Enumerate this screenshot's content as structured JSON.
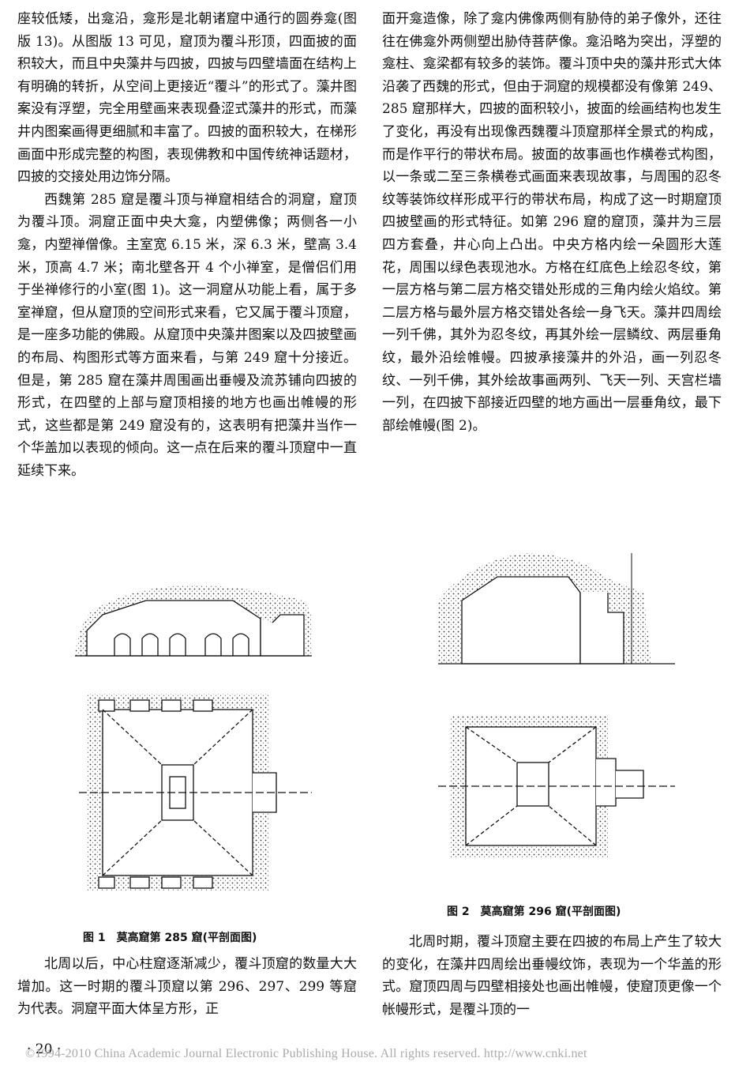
{
  "left_column": {
    "p1": "座较低矮，出龛沿，龛形是北朝诸窟中通行的圆券龛(图版 13)。从图版 13 可见，窟顶为覆斗形顶，四面披的面积较大，而且中央藻井与四披，四披与四壁墙面在结构上有明确的转折，从空间上更接近“覆斗”的形式了。藻井图案没有浮塑，完全用壁画来表现叠涩式藻井的形式，而藻井内图案画得更细腻和丰富了。四披的面积较大，在梯形画面中形成完整的构图，表现佛教和中国传统神话题材，四披的交接处用边饰分隔。",
    "p2": "西魏第 285 窟是覆斗顶与禅窟相结合的洞窟，窟顶为覆斗顶。洞窟正面中央大龛，内塑佛像；两侧各一小龛，内塑禅僧像。主室宽 6.15 米，深 6.3 米，壁高 3.4 米，顶高 4.7 米；南北壁各开 4 个小禅室，是僧侣们用于坐禅修行的小室(图 1)。这一洞窟从功能上看，属于多室禅窟，但从窟顶的空间形式来看，它又属于覆斗顶窟，是一座多功能的佛殿。从窟顶中央藻井图案以及四披壁画的布局、构图形式等方面来看，与第 249 窟十分接近。但是，第 285 窟在藻井周围画出垂幔及流苏铺向四披的形式，在四壁的上部与窟顶相接的地方也画出帷幔的形式，这些都是第 249 窟没有的，这表明有把藻井当作一个华盖加以表现的倾向。这一点在后来的覆斗顶窟中一直延续下来。",
    "p3": "北周以后，中心柱窟逐渐减少，覆斗顶窟的数量大大增加。这一时期的覆斗顶窟以第 296、297、299 等窟为代表。洞窟平面大体呈方形，正"
  },
  "right_column": {
    "p1": "面开龛造像，除了龛内佛像两侧有胁侍的弟子像外，还往往在佛龛外两侧塑出胁侍菩萨像。龛沿略为突出，浮塑的龛柱、龛梁都有较多的装饰。覆斗顶中央的藻井形式大体沿袭了西魏的形式，但由于洞窟的规模都没有像第 249、285 窟那样大，四披的面积较小，披面的绘画结构也发生了变化，再没有出现像西魏覆斗顶窟那样全景式的构成，而是作平行的带状布局。披面的故事画也作横卷式构图，以一条或二至三条横卷式画面来表现故事，与周围的忍冬纹等装饰纹样形成平行的带状布局，构成了这一时期窟顶四披壁画的形式特征。如第 296 窟的窟顶，藻井为三层四方套叠，井心向上凸出。中央方格内绘一朵圆形大莲花，周围以绿色表现池水。方格在红底色上绘忍冬纹，第一层方格与第二层方格交错处形成的三角内绘火焰纹。第二层方格与最外层方格交错处各绘一身飞天。藻井四周绘一列千佛，其外为忍冬纹，再其外绘一层鳞纹、两层垂角纹，最外沿绘帷幔。四披承接藻井的外沿，画一列忍冬纹、一列千佛，其外绘故事画两列、飞天一列、天宫栏墙一列，在四披下部接近四壁的地方画出一层垂角纹，最下部绘帷幔(图 2)。",
    "p2": "北周时期，覆斗顶窟主要在四披的布局上产生了较大的变化，在藻井四周绘出垂幔纹饰，表现为一个华盖的形式。窟顶四周与四壁相接处也画出帷幔，使窟顶更像一个帐幔形式，是覆斗顶的一"
  },
  "figures": {
    "fig1_caption": "图 1　莫高窟第 285 窟(平剖面图)",
    "fig2_caption": "图 2　莫高窟第 296 窟(平剖面图)"
  },
  "page_number": "· 20 ·",
  "footer": "©1994-2010 China Academic Journal Electronic Publishing House. All rights reserved.    http://www.cnki.net"
}
